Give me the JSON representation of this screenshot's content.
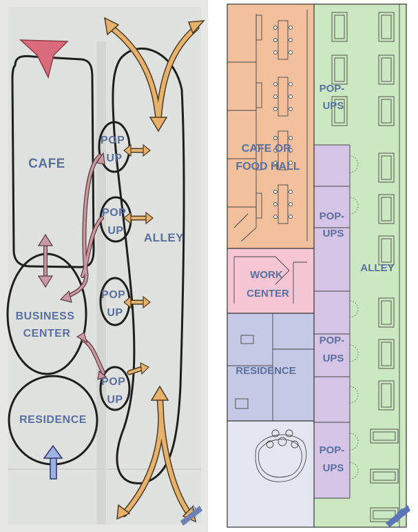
{
  "left_diagram": {
    "labels": {
      "cafe": "CAFE",
      "popup_1": [
        "POP",
        "UP"
      ],
      "popup_2": [
        "POP",
        "UP"
      ],
      "popup_3": [
        "POP",
        "UP"
      ],
      "popup_4": [
        "POP",
        "UP"
      ],
      "alley": "ALLEY",
      "business_center": [
        "BUSINESS",
        "CENTER"
      ],
      "residence": "RESIDENCE"
    },
    "colors": {
      "cafe": "#f4c6cf",
      "business_center": "#d9b2b2",
      "popup": "#c3b6d8",
      "alley": "#a9d3ae",
      "residence": "#c4cbe8",
      "arrow_orange": "#e6b16a",
      "arrow_red": "#d96b7c",
      "arrow_mauve": "#c99aa3",
      "arrow_blue": "#9fb2e4"
    }
  },
  "right_plan": {
    "labels": {
      "popups_top": [
        "POP-",
        "UPS"
      ],
      "cafe": [
        "CAFE OR",
        "FOOD HALL"
      ],
      "popups_mid": [
        "POP-",
        "UPS"
      ],
      "work_center": [
        "WORK",
        "CENTER"
      ],
      "alley": "ALLEY",
      "popups_lower": [
        "POP-",
        "UPS"
      ],
      "residence": "RESIDENCE",
      "popups_bottom": [
        "POP-",
        "UPS"
      ]
    },
    "colors": {
      "cafe": "#f3c09e",
      "work_center": "#f6c6d4",
      "residence": "#c5c9e6",
      "alley": "#cbe8c2",
      "popups": "#d6c4e6",
      "courtyard": "#e3e5f0"
    }
  }
}
